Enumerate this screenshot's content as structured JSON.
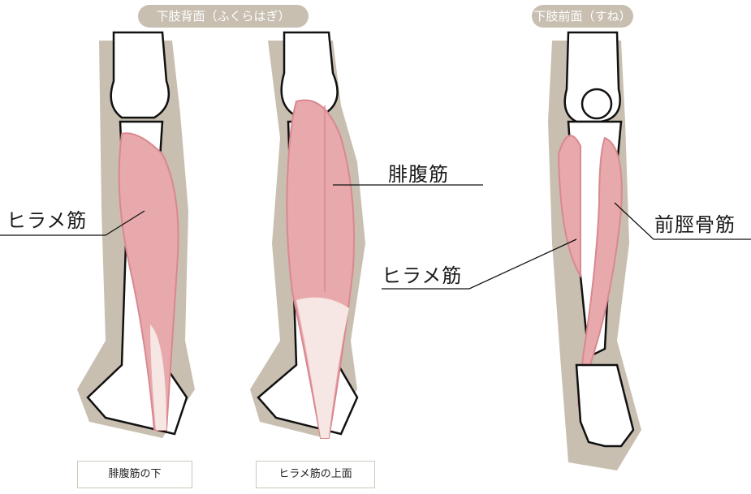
{
  "headers": {
    "back": "下肢背面（ふくらはぎ）",
    "front": "下肢前面（すね）"
  },
  "labels": {
    "soleus_left": "ヒラメ筋",
    "gastrocnemius": "腓腹筋",
    "soleus_middle": "ヒラメ筋",
    "tibialis_anterior": "前脛骨筋"
  },
  "captions": {
    "under_gastrocnemius": "腓腹筋の下",
    "soleus_surface": "ヒラメ筋の上面"
  },
  "colors": {
    "shadow": "#c8bfb1",
    "muscle": "#e8a9ac",
    "muscle_edge": "#d98890",
    "bone": "#ffffff"
  }
}
